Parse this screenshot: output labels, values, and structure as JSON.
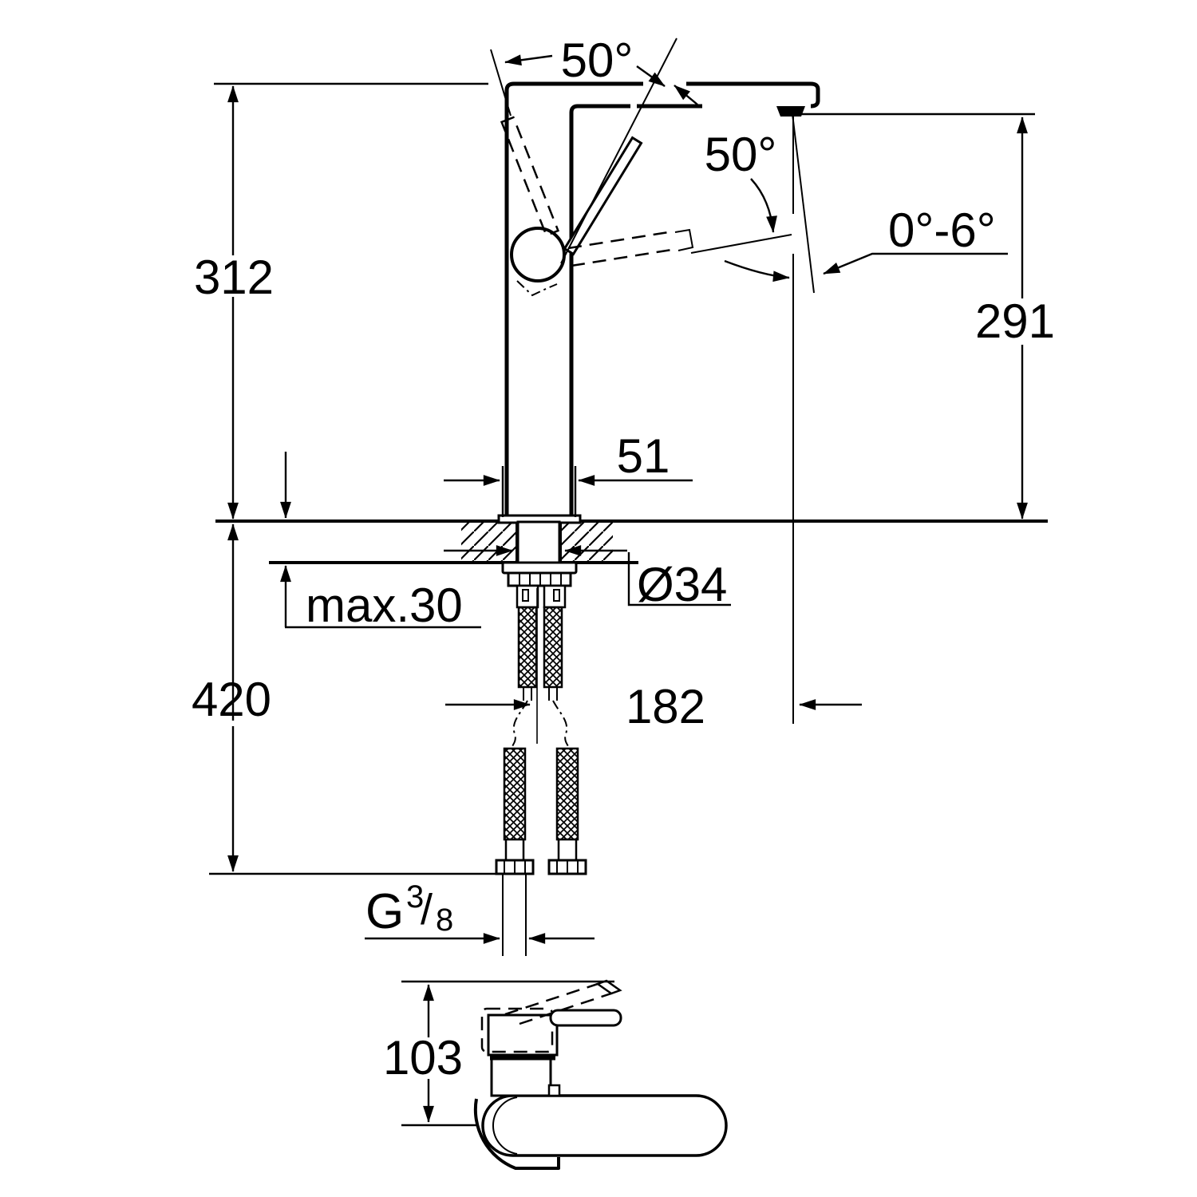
{
  "drawing": {
    "background": "#ffffff",
    "line_color": "#000000",
    "side_view": {
      "height_above_deck": "312",
      "outlet_height": "291",
      "handle_swing_upper": "50°",
      "handle_swing_lower": "50°",
      "spout_tilt_range": "0°-6°",
      "body_width": "51",
      "mounting_hole_diameter": "Ø34",
      "max_deck_thickness": "max.30",
      "below_deck_length": "420",
      "outlet_reach": "182",
      "supply_thread": {
        "prefix": "G",
        "numerator": "3",
        "slash": "/",
        "denominator": "8"
      }
    },
    "plan_view": {
      "depth": "103"
    }
  }
}
